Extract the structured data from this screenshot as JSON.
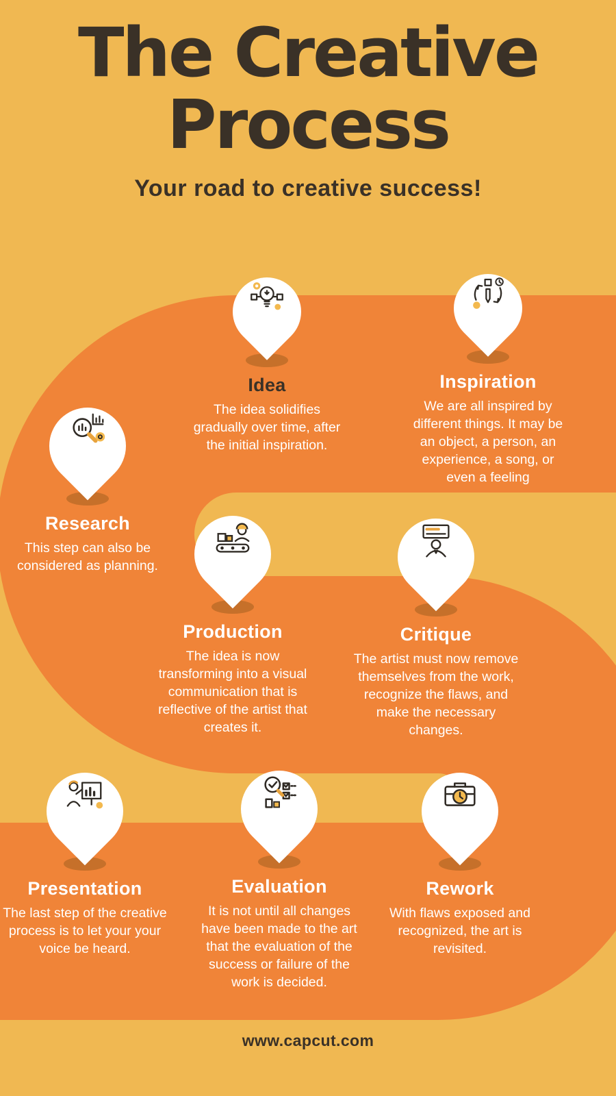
{
  "page": {
    "title_line1": "The Creative",
    "title_line2": "Process",
    "subtitle": "Your road to creative success!",
    "footer": "www.capcut.com"
  },
  "colors": {
    "background": "#F0B852",
    "road": "#F08438",
    "heading_text": "#3A3127",
    "station_text": "#FFFFFF",
    "pin_fill": "#FFFFFF",
    "pin_shadow": "#A4601F"
  },
  "stations": [
    {
      "id": "idea",
      "icon": "idea-icon",
      "title": "Idea",
      "body": "The idea solidifies gradually over time, after the initial inspiration."
    },
    {
      "id": "inspiration",
      "icon": "inspiration-icon",
      "title": "Inspiration",
      "body": "We are all inspired by different things.  It may be an object, a person, an experience, a song, or even a feeling"
    },
    {
      "id": "research",
      "icon": "research-icon",
      "title": "Research",
      "body": "This step can also be considered as planning."
    },
    {
      "id": "production",
      "icon": "production-icon",
      "title": "Production",
      "body": "The idea is now transforming into a visual communication that is reflective of the artist that creates it."
    },
    {
      "id": "critique",
      "icon": "critique-icon",
      "title": "Critique",
      "body": "The artist must now remove themselves from the work, recognize the flaws, and make the necessary changes."
    },
    {
      "id": "presentation",
      "icon": "presentation-icon",
      "title": "Presentation",
      "body": "The last step of the creative process is to let your your voice be heard."
    },
    {
      "id": "evaluation",
      "icon": "evaluation-icon",
      "title": "Evaluation",
      "body": "It is not until all changes have been made to the art that the evaluation of the success or failure of the work is decided."
    },
    {
      "id": "rework",
      "icon": "rework-icon",
      "title": "Rework",
      "body": "With flaws exposed and recognized, the art is revisited."
    }
  ]
}
